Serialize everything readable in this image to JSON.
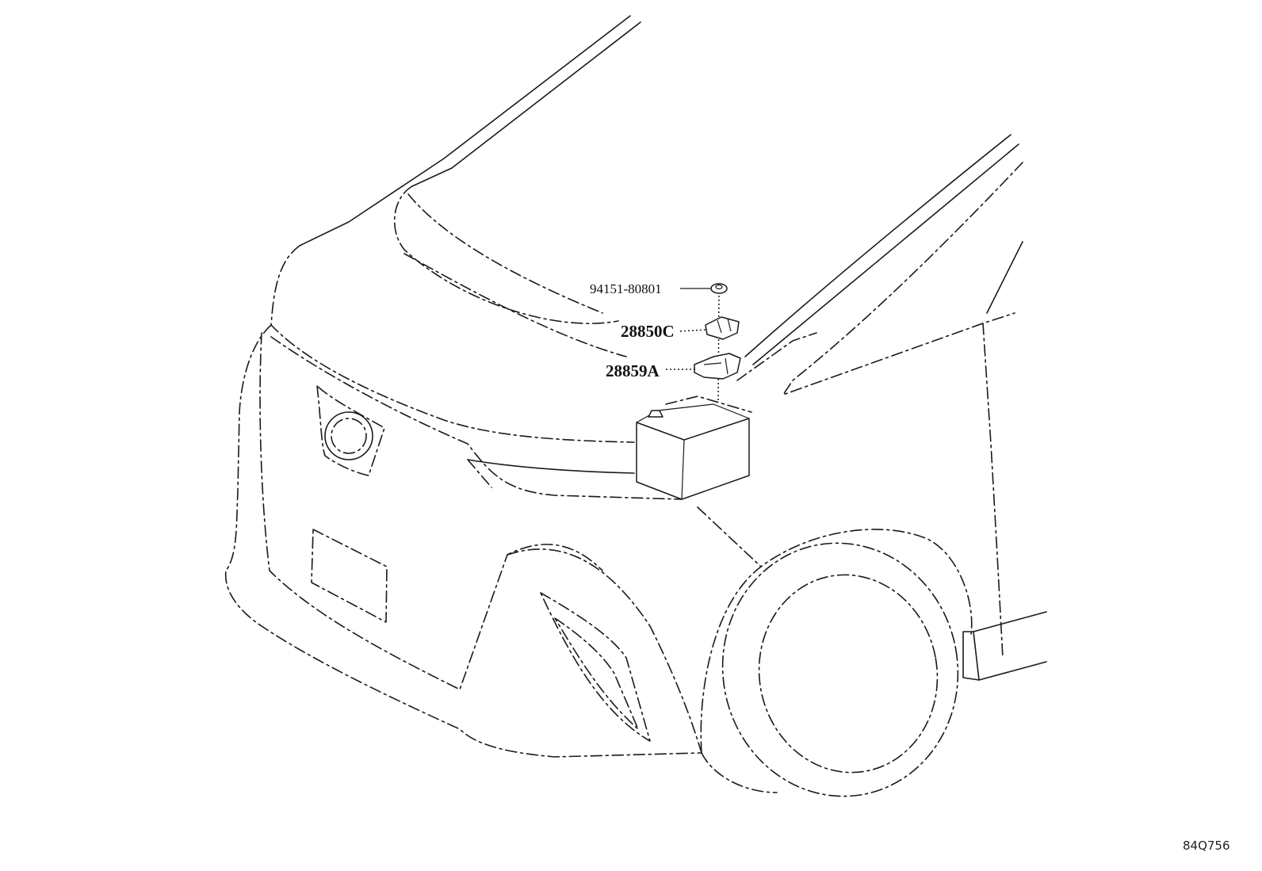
{
  "parts": [
    {
      "id": "nut",
      "number": "94151-80801"
    },
    {
      "id": "clamp",
      "number": "28850C"
    },
    {
      "id": "clamp-bracket",
      "number": "28859A"
    }
  ],
  "diagram_code": "84Q756",
  "colors": {
    "line": "#1a1a1a",
    "background": "#ffffff"
  }
}
